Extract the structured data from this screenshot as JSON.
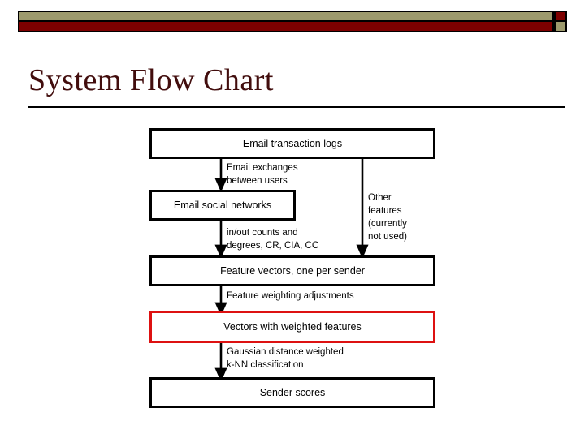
{
  "slide": {
    "title": "System Flow Chart"
  },
  "banner": {
    "olive_color": "#9d9a6d",
    "maroon_color": "#7d0000",
    "outline_color": "#000000"
  },
  "theme": {
    "title_color": "#420d0d",
    "highlight_color": "#dd1111",
    "node_border_color": "#000000",
    "background_color": "#ffffff"
  },
  "chart_data": {
    "type": "diagram",
    "title": "System Flow Chart",
    "nodes": [
      {
        "id": "email-transaction-logs",
        "label": "Email transaction logs",
        "highlighted": false
      },
      {
        "id": "email-social-networks",
        "label": "Email social networks",
        "highlighted": false
      },
      {
        "id": "feature-vectors",
        "label": "Feature vectors, one per sender",
        "highlighted": false
      },
      {
        "id": "weighted-vectors",
        "label": "Vectors with weighted features",
        "highlighted": true
      },
      {
        "id": "sender-scores",
        "label": "Sender scores",
        "highlighted": false
      }
    ],
    "edges": [
      {
        "from": "email-transaction-logs",
        "to": "email-social-networks",
        "label_lines": [
          "Email exchanges",
          "between users"
        ]
      },
      {
        "from": "email-social-networks",
        "to": "feature-vectors",
        "label_lines": [
          "in/out counts and",
          "degrees, CR, CIA, CC"
        ]
      },
      {
        "from": "email-transaction-logs",
        "to": "feature-vectors",
        "label_lines": [
          "Other",
          "features",
          "(currently",
          "not used)"
        ]
      },
      {
        "from": "feature-vectors",
        "to": "weighted-vectors",
        "label_lines": [
          "Feature weighting adjustments"
        ]
      },
      {
        "from": "weighted-vectors",
        "to": "sender-scores",
        "label_lines": [
          "Gaussian distance weighted",
          "k-NN classification"
        ]
      }
    ]
  },
  "labels": {
    "node_0": "Email transaction logs",
    "node_1": "Email social networks",
    "node_2": "Feature vectors, one per sender",
    "node_3": "Vectors with weighted features",
    "node_4": "Sender scores",
    "edge_0_line_0": "Email exchanges",
    "edge_0_line_1": "between users",
    "edge_1_line_0": "in/out counts and",
    "edge_1_line_1": "degrees, CR, CIA, CC",
    "edge_2_line_0": "Other",
    "edge_2_line_1": "features",
    "edge_2_line_2": "(currently",
    "edge_2_line_3": "not used)",
    "edge_3_line_0": "Feature weighting adjustments",
    "edge_4_line_0": "Gaussian distance weighted",
    "edge_4_line_1": "k-NN classification"
  }
}
